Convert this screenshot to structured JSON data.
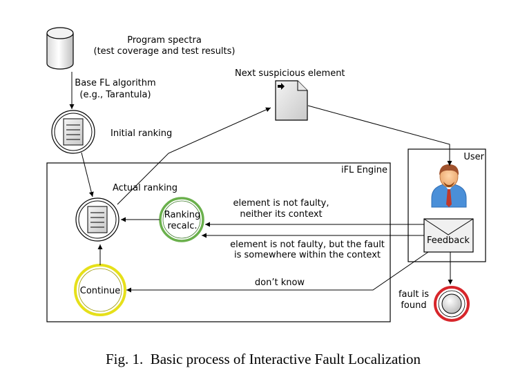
{
  "diagram": {
    "program_spectra_line1": "Program spectra",
    "program_spectra_line2": "(test coverage and test results)",
    "base_fl_line1": "Base FL algorithm",
    "base_fl_line2": "(e.g., Tarantula)",
    "initial_ranking": "Initial ranking",
    "next_suspicious": "Next suspicious element",
    "ifl_engine": "iFL Engine",
    "user": "User",
    "actual_ranking": "Actual ranking",
    "ranking_recalc_line1": "Ranking",
    "ranking_recalc_line2": "recalc.",
    "feedback": "Feedback",
    "continue": "Continue",
    "edge_not_faulty_line1": "element is not faulty,",
    "edge_not_faulty_line2": "neither its context",
    "edge_in_context_line1": "element is not faulty, but the fault",
    "edge_in_context_line2": "is somewhere within the context",
    "edge_dont_know": "don’t know",
    "fault_found_line1": "fault is",
    "fault_found_line2": "found"
  },
  "caption": "Fig. 1.  Basic process of Interactive Fault Localization",
  "colors": {
    "recalc_ring": "#6ab04c",
    "continue_ring": "#e6e01a",
    "fault_ring": "#d7262b",
    "user_shirt": "#4a8fd8",
    "user_tie": "#c0392b",
    "user_hair": "#a0522d"
  }
}
